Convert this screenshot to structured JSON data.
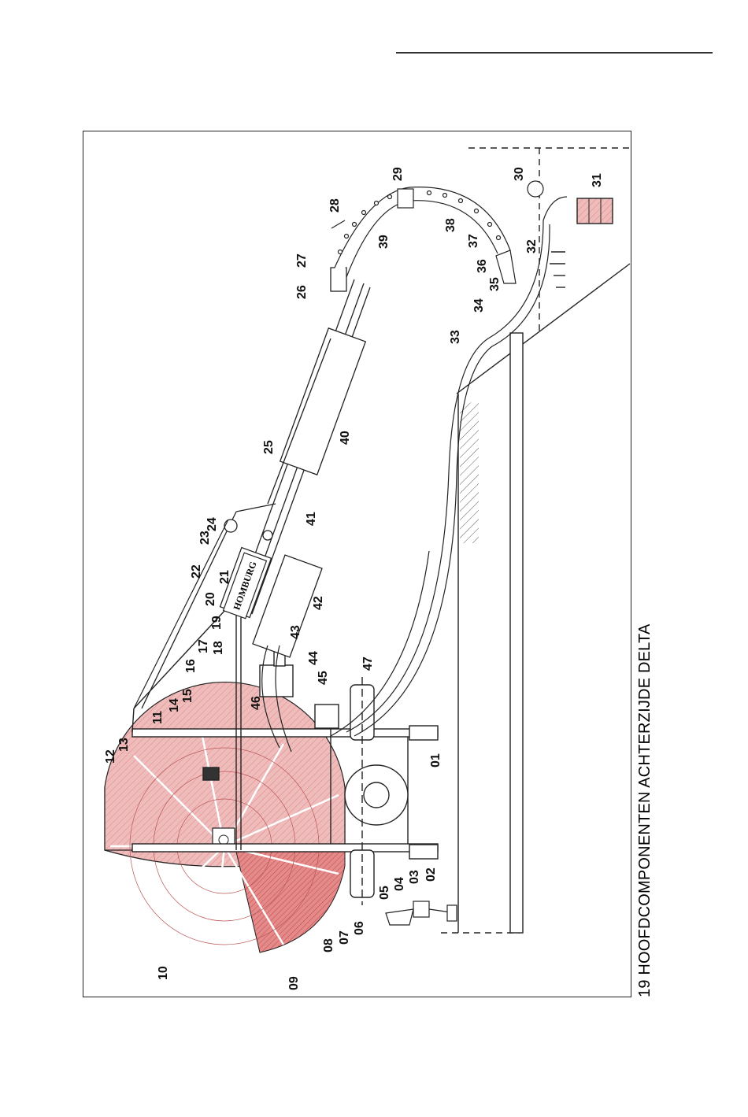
{
  "page": {
    "caption": "19 HOOFDCOMPONENTEN ACHTERZIJDE DELTA",
    "brand": "HOMBURG"
  },
  "colors": {
    "reel_fill": "#e8a8a8",
    "reel_dark": "#d86060",
    "line": "#222222"
  },
  "labels": {
    "l01": "01",
    "l02": "02",
    "l03": "03",
    "l04": "04",
    "l05": "05",
    "l06": "06",
    "l07": "07",
    "l08": "08",
    "l09": "09",
    "l10": "10",
    "l11": "11",
    "l12": "12",
    "l13": "13",
    "l14": "14",
    "l15": "15",
    "l16": "16",
    "l17": "17",
    "l18": "18",
    "l19": "19",
    "l20": "20",
    "l21": "21",
    "l22": "22",
    "l23": "23",
    "l24": "24",
    "l25": "25",
    "l26": "26",
    "l27": "27",
    "l28": "28",
    "l29": "29",
    "l30": "30",
    "l31": "31",
    "l32": "32",
    "l33": "33",
    "l34": "34",
    "l35": "35",
    "l36": "36",
    "l37": "37",
    "l38": "38",
    "l39": "39",
    "l40": "40",
    "l41": "41",
    "l42": "42",
    "l43": "43",
    "l44": "44",
    "l45": "45",
    "l46": "46",
    "l47": "47"
  }
}
